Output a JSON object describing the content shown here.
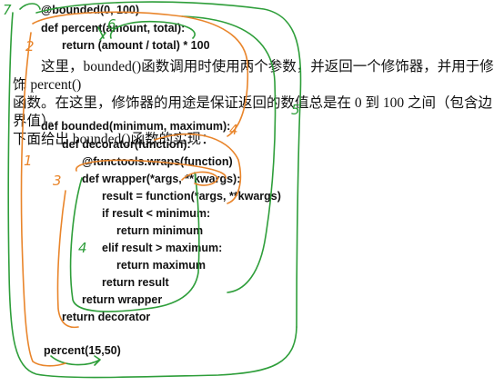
{
  "code_top": [
    "@bounded(0, 100)",
    "def percent(amount, total):",
    "return (amount / total) * 100"
  ],
  "paragraph": {
    "line1": "这里，bounded()函数调用时使用两个参数，并返回一个修饰器，并用于修饰 percent()",
    "line2": "函数。在这里，修饰器的用途是保证返回的数值总是在 0 到 100 之间（包含边界值）。",
    "line3": "下面给出 bounded()函数的实现："
  },
  "code_impl": [
    "def bounded(minimum, maximum):",
    "def decorator(function):",
    "@functools.wraps(function)",
    "def wrapper(*args, **kwargs):",
    "result = function(*args, **kwargs)",
    "if result < minimum:",
    "return minimum",
    "elif result > maximum:",
    "return maximum",
    "return result",
    "return wrapper",
    "return decorator"
  ],
  "call_line": "percent(15,50)",
  "annotations": {
    "n7": "7",
    "n2": "2",
    "n6": "6",
    "n5": "5",
    "n4a": "4",
    "n1": "1",
    "n3": "3",
    "n4b": "4"
  },
  "colors": {
    "green": "#2e9e3a",
    "orange": "#e9852b"
  }
}
